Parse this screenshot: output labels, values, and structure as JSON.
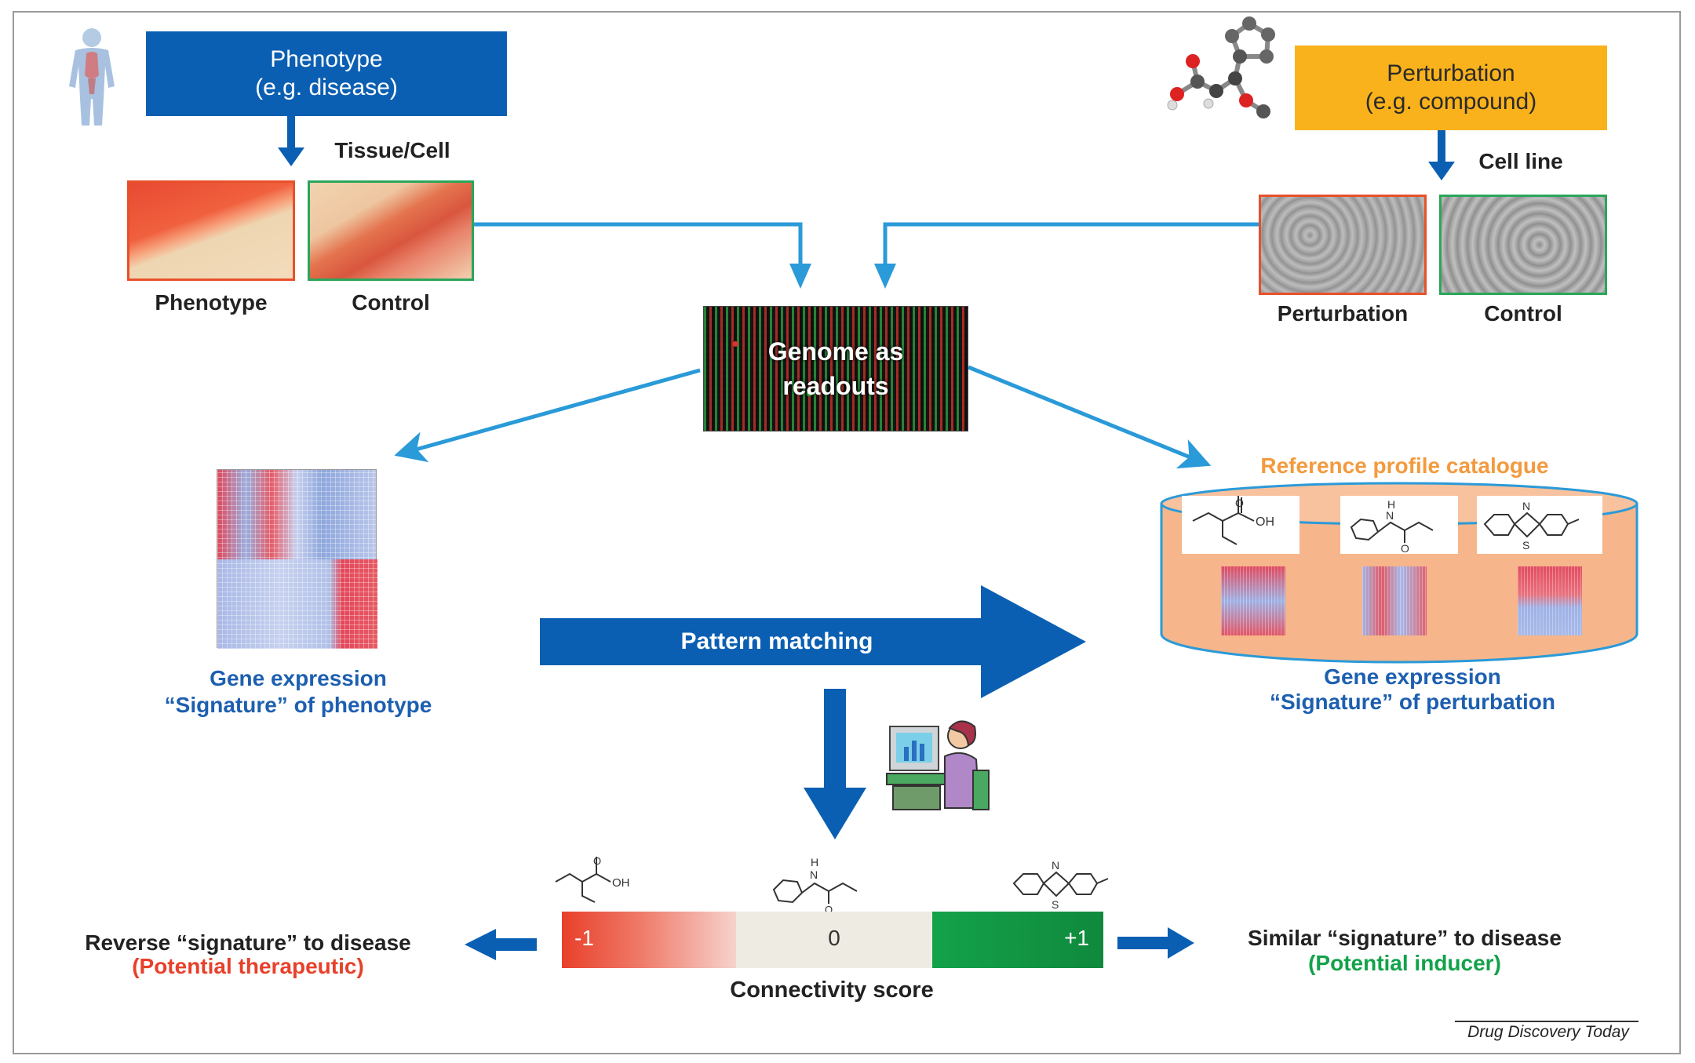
{
  "phenotype_box": {
    "line1": "Phenotype",
    "line2": "(e.g. disease)",
    "color": "#0b5fb2"
  },
  "perturbation_box": {
    "line1": "Perturbation",
    "line2": "(e.g. compound)",
    "color": "#f9b21b"
  },
  "tissue_label": "Tissue/Cell",
  "cell_line_label": "Cell line",
  "left_tiles": {
    "phenotype": "Phenotype",
    "control": "Control"
  },
  "right_tiles": {
    "perturbation": "Perturbation",
    "control": "Control"
  },
  "genome": {
    "line1": "Genome as",
    "line2": "readouts"
  },
  "left_signature": {
    "line1": "Gene expression",
    "line2": "“Signature” of phenotype"
  },
  "right_signature": {
    "line1": "Gene expression",
    "line2": "“Signature” of perturbation"
  },
  "reference_catalogue": "Reference profile catalogue",
  "pattern_matching": "Pattern matching",
  "score_bar": {
    "minus": "-1",
    "zero": "0",
    "plus": "+1",
    "label": "Connectivity score"
  },
  "reverse": {
    "line1": "Reverse “signature” to disease",
    "line2": "(Potential therapeutic)"
  },
  "similar": {
    "line1": "Similar “signature” to disease",
    "line2": "(Potential inducer)"
  },
  "molecule_labels": {
    "oh_top": "OH",
    "oh_bottom": "OH",
    "n1": "N",
    "n2": "N",
    "h1": "H",
    "h2": "H",
    "s1": "S",
    "s2": "S",
    "o1": "O",
    "o2": "O",
    "o3": "O",
    "o4": "O"
  },
  "credit": "Drug Discovery Today",
  "colors": {
    "arrow_dark": "#0b5fb2",
    "arrow_light": "#2a9ad8",
    "catalogue_fill": "#f6b58a",
    "catalogue_title": "#f39a3e",
    "red": "#e8402a",
    "green": "#13a24a",
    "neutral": "#eeebe2"
  }
}
